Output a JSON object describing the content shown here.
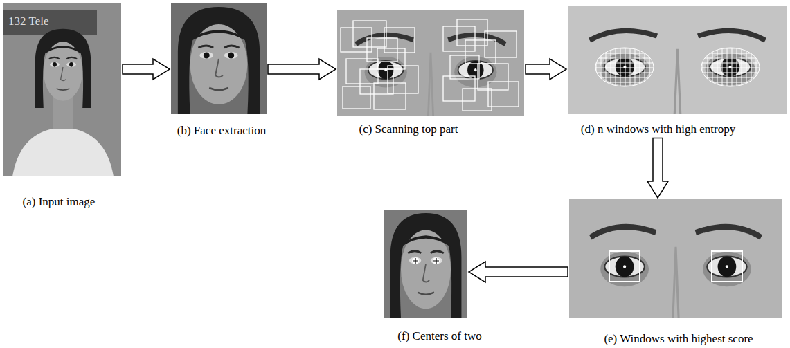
{
  "diagram": {
    "nodes": [
      {
        "text": [
          "(a) Input image"
        ]
      },
      {
        "text": [
          "(b) Face extraction"
        ]
      },
      {
        "text": [
          "(c) Scanning top part"
        ]
      },
      {
        "text": [
          "(d) n windows with high entropy"
        ]
      },
      {
        "text": [
          "(e) Windows with highest score"
        ]
      },
      {
        "text": [
          "(f) Centers of two"
        ]
      }
    ],
    "edges": [
      {
        "from": 0,
        "to": 1,
        "arrow": "to"
      },
      {
        "from": 1,
        "to": 2,
        "arrow": "to"
      },
      {
        "from": 2,
        "to": 3,
        "arrow": "to"
      },
      {
        "from": 3,
        "to": 4,
        "arrow": "to"
      },
      {
        "from": 4,
        "to": 5,
        "arrow": "to"
      }
    ],
    "labels": [
      "132 Tele"
    ]
  }
}
